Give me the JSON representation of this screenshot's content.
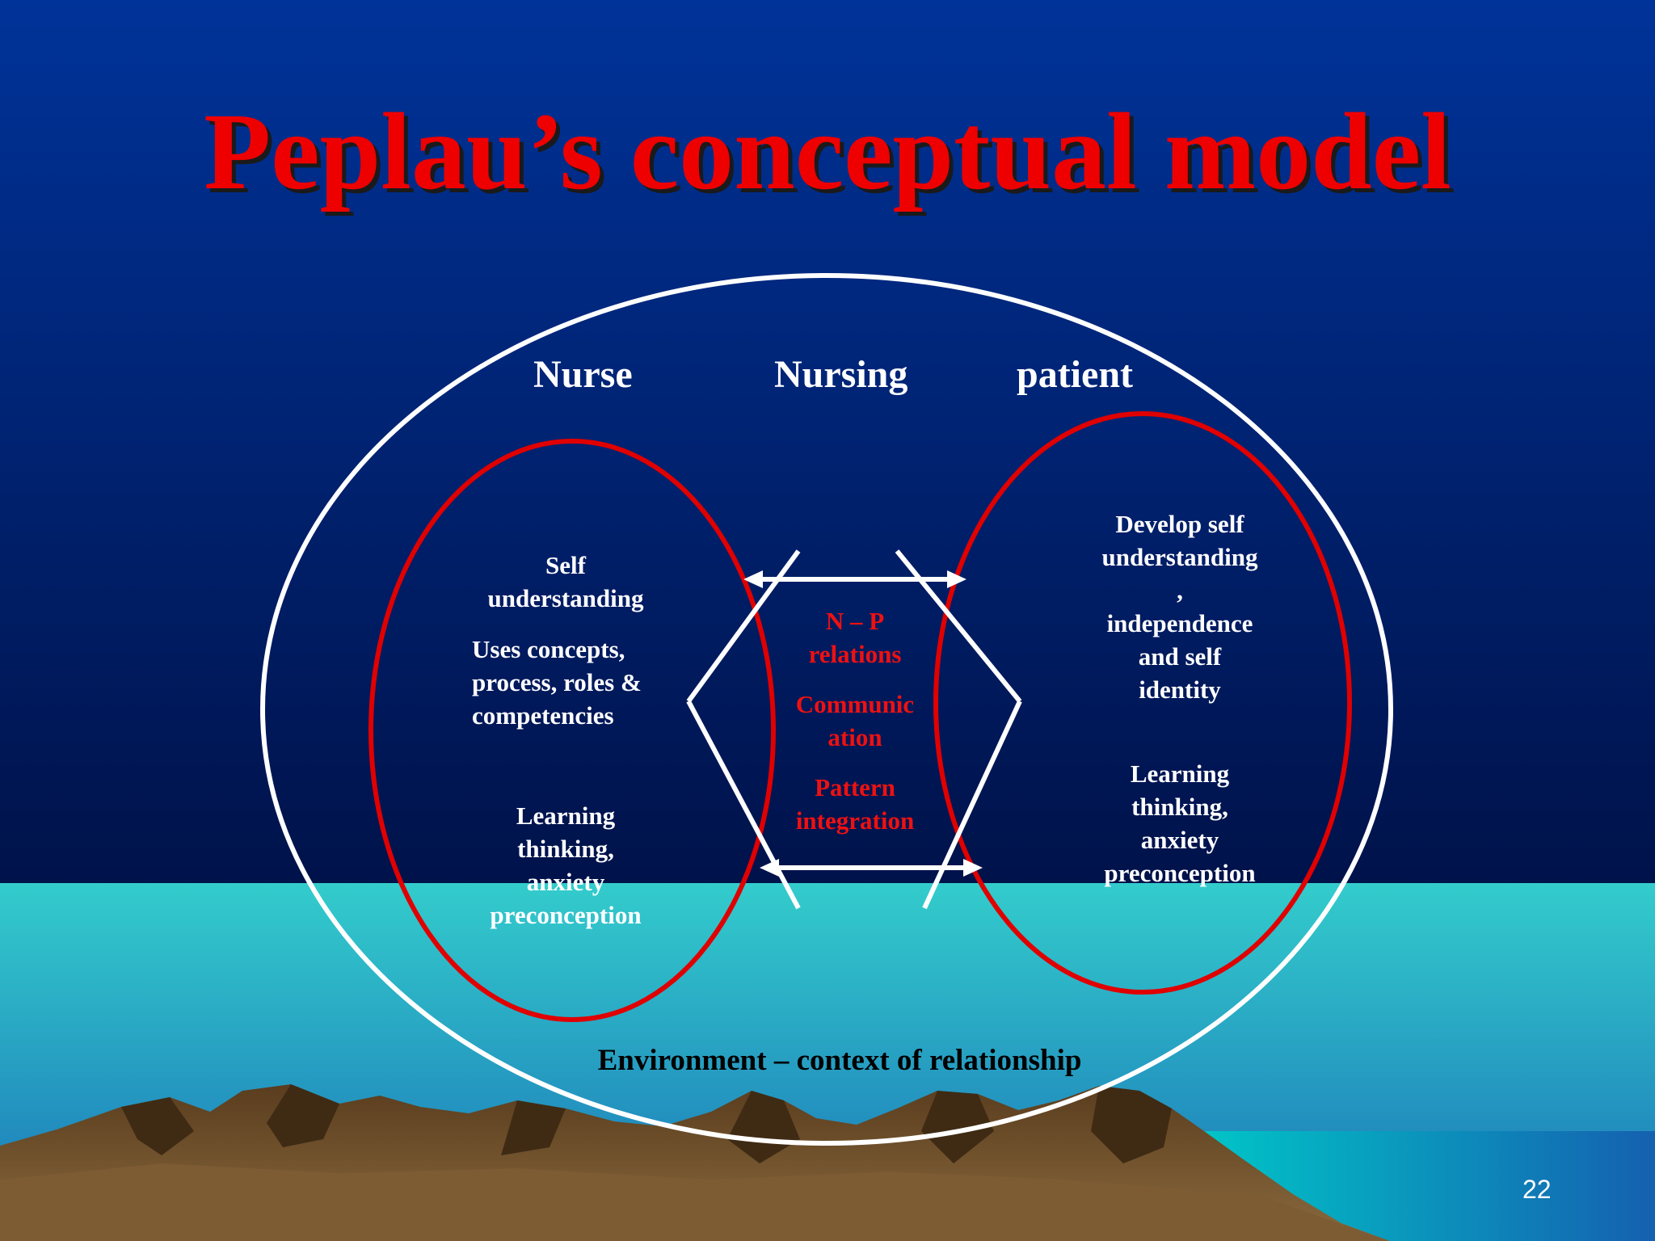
{
  "slide": {
    "title": "Peplau’s conceptual model",
    "slide_number": "22"
  },
  "headers": {
    "nurse": "Nurse",
    "nursing": "Nursing",
    "patient": "patient"
  },
  "nurse_side": {
    "self_understanding": "Self\nunderstanding",
    "uses_concepts": "Uses concepts,\nprocess, roles &\ncompetencies",
    "learning": "Learning\nthinking,\nanxiety\npreconception"
  },
  "center": {
    "np_relations": "N – P\nrelations",
    "communication": "Communic\nation",
    "pattern": "Pattern\nintegration"
  },
  "patient_side": {
    "develop": "Develop self\nunderstanding\n,\nindependence\nand self\nidentity",
    "learning": "Learning\nthinking,\nanxiety\npreconception"
  },
  "environment": {
    "label": "Environment – context of relationship"
  },
  "colors": {
    "title_red": "#ee0000",
    "ellipse_red": "#e00000",
    "sky_top": "#003399",
    "sky_bottom": "#00124a",
    "sea_top": "#33cccc",
    "sea_bottom": "#1a72b8",
    "mountain": "#6b4a25"
  }
}
